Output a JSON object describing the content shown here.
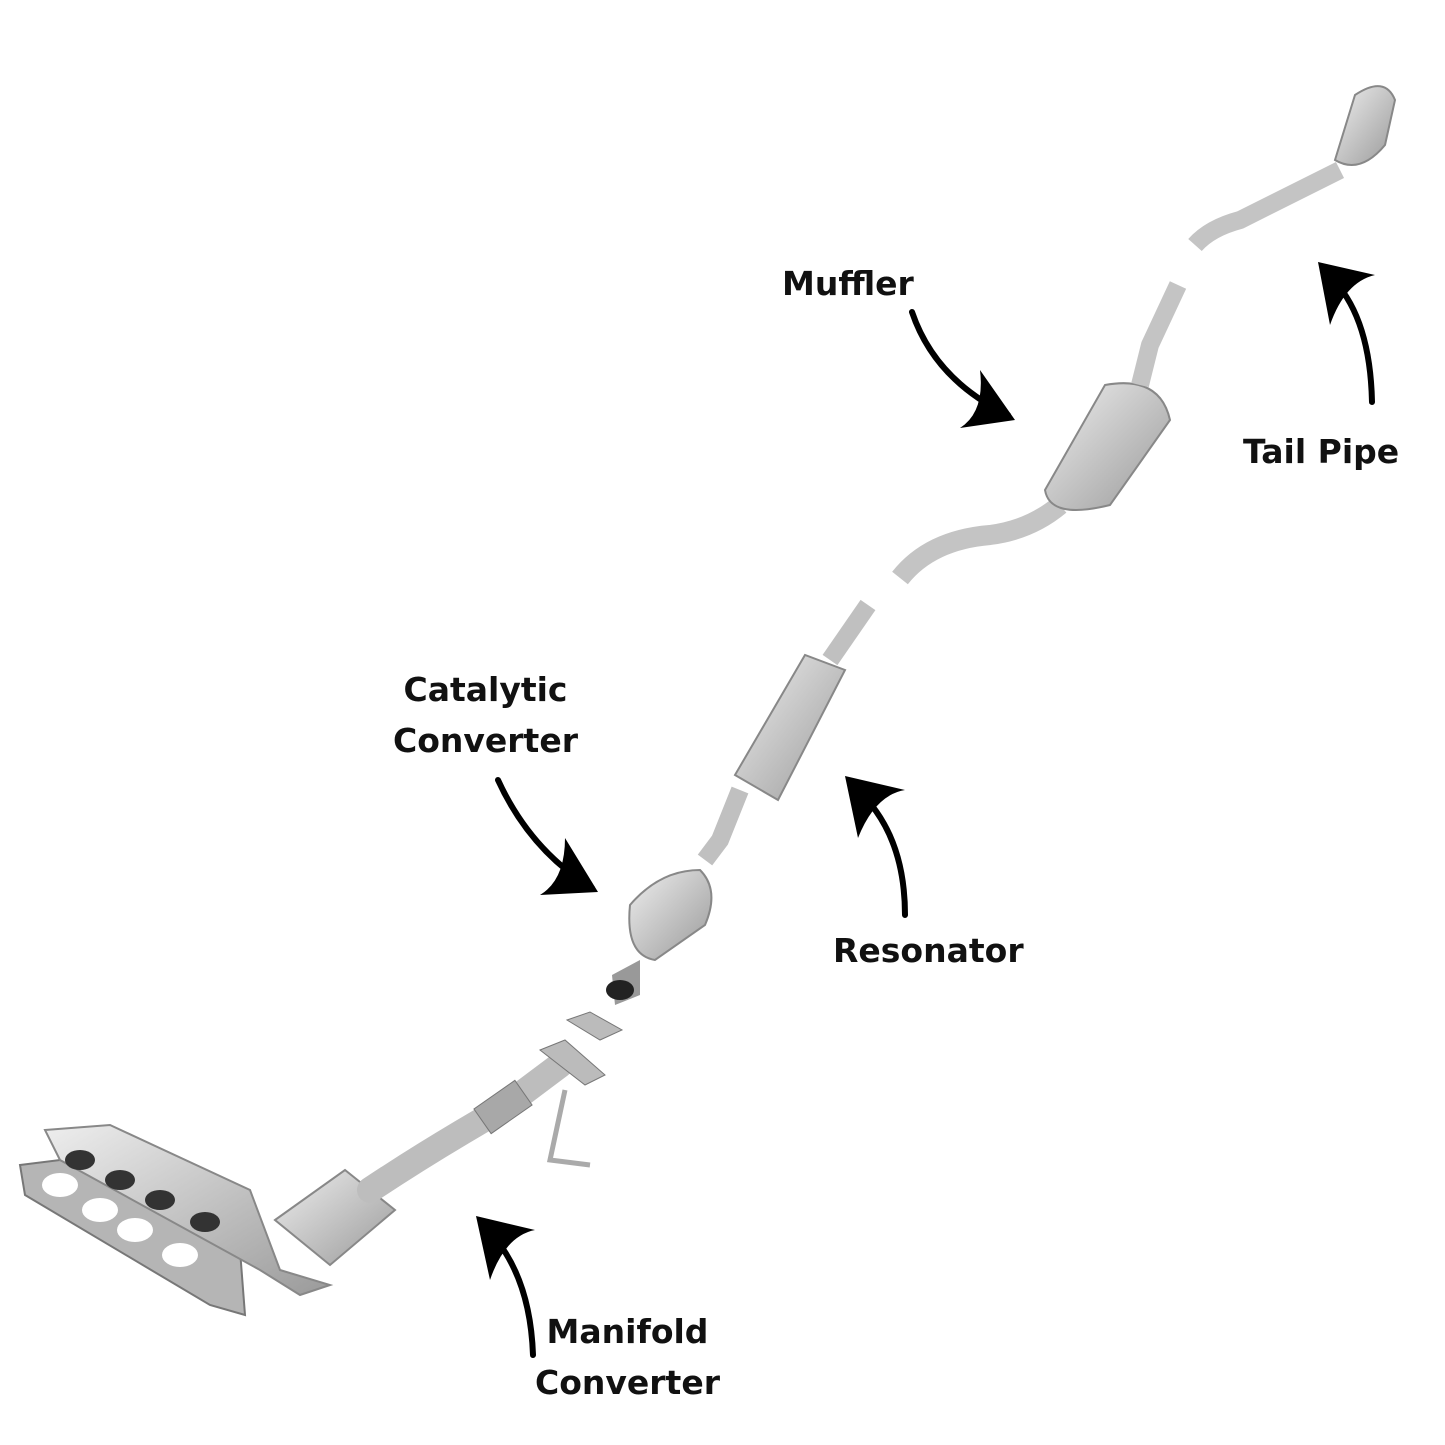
{
  "labels": {
    "muffler": "Muffler",
    "tail_pipe": "Tail Pipe",
    "catalytic_line1": "Catalytic",
    "catalytic_line2": "Converter",
    "resonator": "Resonator",
    "manifold_line1": "Manifold",
    "manifold_line2": "Converter"
  },
  "colors": {
    "metal": "#c9c9c9",
    "metal_dark": "#9a9a9a",
    "text": "#111111",
    "arrow": "#000000"
  }
}
